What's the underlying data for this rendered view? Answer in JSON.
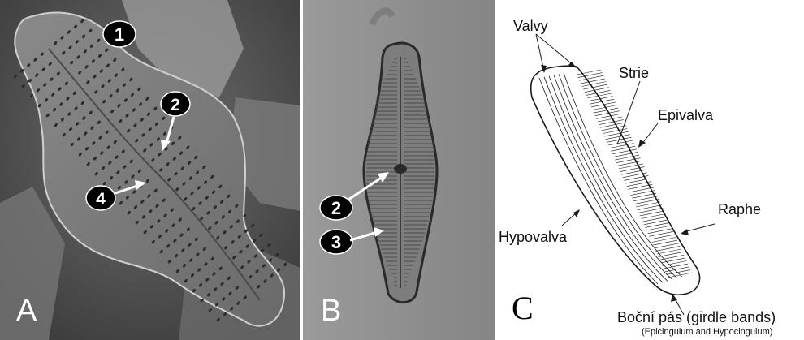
{
  "panels": {
    "a": {
      "letter": "A"
    },
    "b": {
      "letter": "B"
    },
    "c": {
      "letter": "C"
    }
  },
  "markers_a": [
    "1",
    "2",
    "4"
  ],
  "markers_b": [
    "2",
    "3"
  ],
  "labels_c": {
    "valvy": "Valvy",
    "strie": "Strie",
    "epivalva": "Epivalva",
    "raphe": "Raphe",
    "hypovalva": "Hypovalva",
    "girdle": "Boční pás (girdle bands)",
    "girdle_sub": "(Epicingulum and Hypocingulum)"
  },
  "colors": {
    "sem_background": "#5a5a5a",
    "lm_background": "#8e8e8e",
    "marker_fill": "#000000",
    "marker_text": "#ffffff"
  }
}
